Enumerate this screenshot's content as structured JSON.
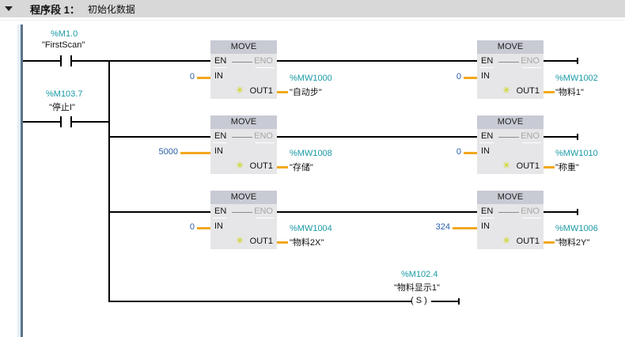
{
  "network": {
    "collapse_icon": "triangle-down-icon",
    "segment_label": "程序段 1",
    "colon": "：",
    "title": "初始化数据"
  },
  "contacts": [
    {
      "address": "%M1.0",
      "symbol": "\"FirstScan\""
    },
    {
      "address": "%M103.7",
      "symbol": "\"停止I\""
    }
  ],
  "blocks": [
    {
      "name": "MOVE",
      "en": "EN",
      "eno": "ENO",
      "in_label": "IN",
      "out_label": "OUT1",
      "in_value": "0",
      "out_address": "%MW1000",
      "out_symbol": "\"自动步\""
    },
    {
      "name": "MOVE",
      "en": "EN",
      "eno": "ENO",
      "in_label": "IN",
      "out_label": "OUT1",
      "in_value": "0",
      "out_address": "%MW1002",
      "out_symbol": "\"物料1\""
    },
    {
      "name": "MOVE",
      "en": "EN",
      "eno": "ENO",
      "in_label": "IN",
      "out_label": "OUT1",
      "in_value": "5000",
      "out_address": "%MW1008",
      "out_symbol": "\"存储\""
    },
    {
      "name": "MOVE",
      "en": "EN",
      "eno": "ENO",
      "in_label": "IN",
      "out_label": "OUT1",
      "in_value": "0",
      "out_address": "%MW1010",
      "out_symbol": "\"称重\""
    },
    {
      "name": "MOVE",
      "en": "EN",
      "eno": "ENO",
      "in_label": "IN",
      "out_label": "OUT1",
      "in_value": "0",
      "out_address": "%MW1004",
      "out_symbol": "\"物料2X\""
    },
    {
      "name": "MOVE",
      "en": "EN",
      "eno": "ENO",
      "in_label": "IN",
      "out_label": "OUT1",
      "in_value": "324",
      "out_address": "%MW1006",
      "out_symbol": "\"物料2Y\""
    }
  ],
  "coil": {
    "address": "%M102.4",
    "symbol": "\"物料显示1\"",
    "type": "S",
    "glyph": "( S )"
  },
  "out_marker_glyph": "✳",
  "colors": {
    "header_bg": "#d8d8d8",
    "address": "#1a9aa6",
    "constant": "#2b5fa8",
    "pin": "#f2a81d",
    "block_bg": "#e6e6e8",
    "block_header": "#c8cad4",
    "power_rail": "#5b7388"
  }
}
